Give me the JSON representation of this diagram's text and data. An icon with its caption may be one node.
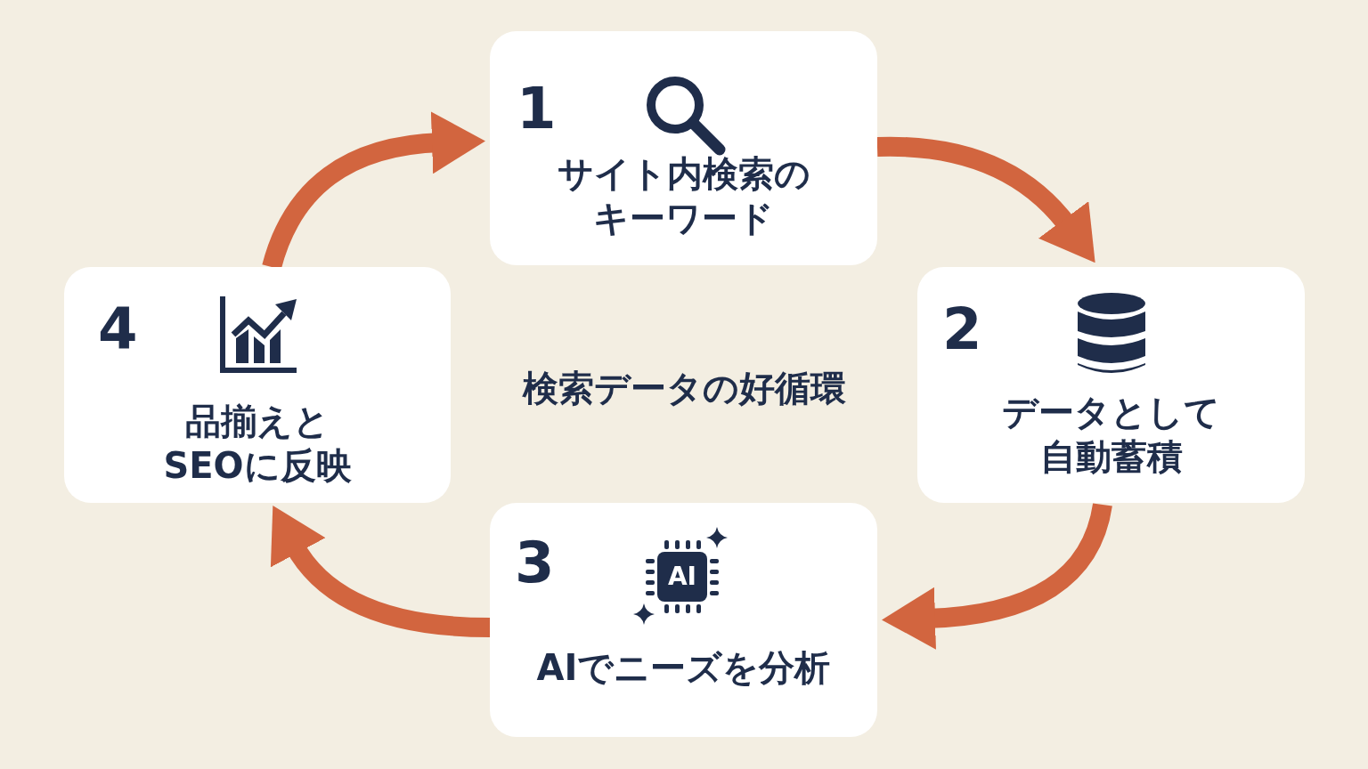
{
  "diagram": {
    "title": "検索データの好循環",
    "nodes": [
      {
        "text": [
          "1",
          "サイト内検索のキーワード"
        ]
      },
      {
        "text": [
          "2",
          "データとして自動蓄積"
        ]
      },
      {
        "text": [
          "3",
          "AIでニーズを分析"
        ]
      },
      {
        "text": [
          "4",
          "品揃えとSEOに反映"
        ]
      }
    ],
    "edges": [
      {
        "from": 0,
        "to": 1,
        "arrow": "to"
      },
      {
        "from": 1,
        "to": 2,
        "arrow": "to"
      },
      {
        "from": 2,
        "to": 3,
        "arrow": "to"
      },
      {
        "from": 3,
        "to": 0,
        "arrow": "to"
      }
    ],
    "labels": [
      "AI"
    ]
  }
}
